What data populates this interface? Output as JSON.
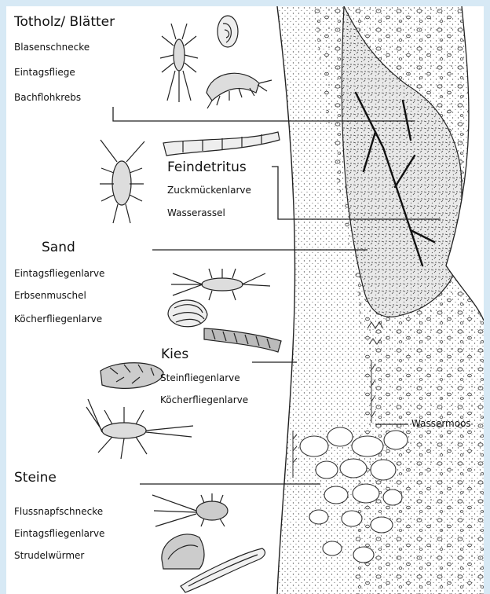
{
  "colors": {
    "frame": "#d7e9f5",
    "panel": "#ffffff",
    "ink": "#111111",
    "line": "#222222"
  },
  "groups": {
    "totholz": {
      "title": "Totholz/ Blätter",
      "items": [
        "Blasenschnecke",
        "Eintagsfliege",
        "Bachflohkrebs"
      ]
    },
    "feindetritus": {
      "title": "Feindetritus",
      "items": [
        "Zuckmückenlarve",
        "Wasserassel"
      ]
    },
    "sand": {
      "title": "Sand",
      "items": [
        "Eintagsfliegenlarve",
        "Erbsenmuschel",
        "Köcherfliegenlarve"
      ]
    },
    "kies": {
      "title": "Kies",
      "items": [
        "Steinfliegenlarve",
        "Köcherfliegenlarve"
      ]
    },
    "steine": {
      "title": "Steine",
      "items": [
        "Flussnapfschnecke",
        "Eintagsfliegenlarve",
        "Strudelwürmer"
      ]
    }
  },
  "wassermoos": "Wassermoos",
  "icons": [
    "mayfly-icon",
    "bladder-snail-icon",
    "freshwater-shrimp-icon",
    "water-louse-icon",
    "midge-larva-icon",
    "mayfly-larva-icon",
    "pea-clam-icon",
    "caddisfly-case-icon",
    "stonefly-larva-icon",
    "limpet-icon",
    "flatworm-icon"
  ]
}
